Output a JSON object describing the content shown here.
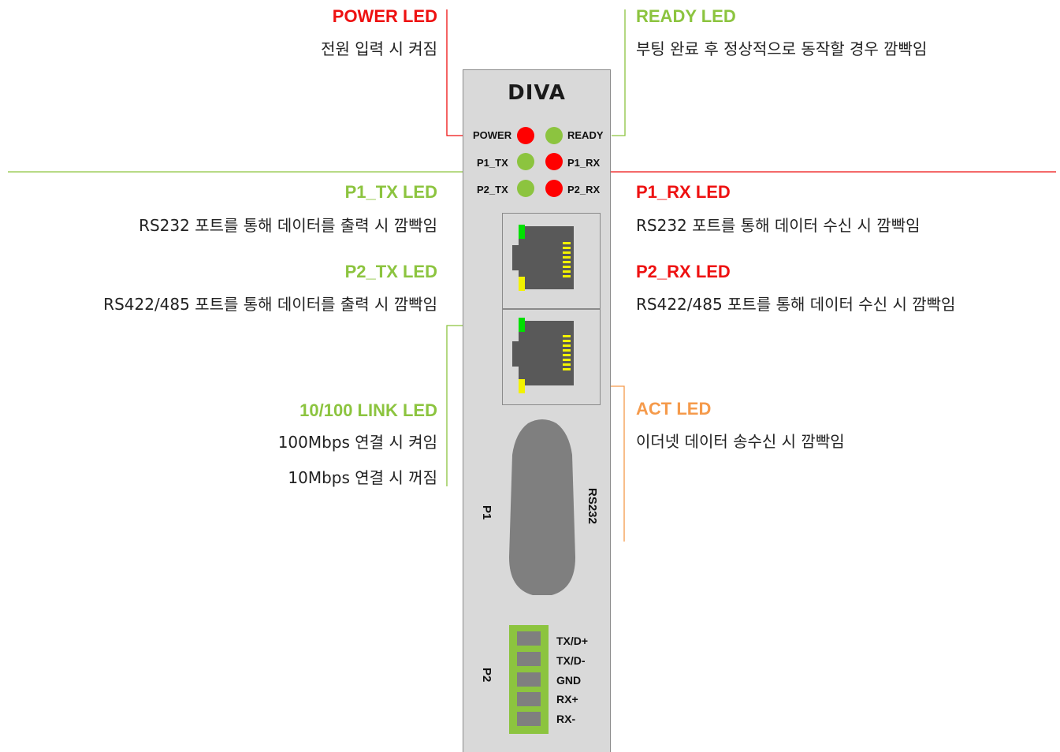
{
  "device": {
    "brand": "DIVA",
    "leds": {
      "power": "POWER",
      "ready": "READY",
      "p1_tx": "P1_TX",
      "p1_rx": "P1_RX",
      "p2_tx": "P2_TX",
      "p2_rx": "P2_RX"
    },
    "port_p1": "P1",
    "port_rs232": "RS232",
    "port_p2": "P2",
    "terminal_pins": [
      "TX/D+",
      "TX/D-",
      "GND",
      "RX+",
      "RX-"
    ]
  },
  "callouts": {
    "power": {
      "title": "POWER LED",
      "desc": "전원 입력 시 켜짐"
    },
    "ready": {
      "title": "READY LED",
      "desc": "부팅 완료 후 정상적으로 동작할 경우 깜빡임"
    },
    "p1_tx": {
      "title": "P1_TX LED",
      "desc": "RS232 포트를 통해 데이터를 출력 시 깜빡임"
    },
    "p1_rx": {
      "title": "P1_RX LED",
      "desc": "RS232 포트를 통해 데이터 수신 시 깜빡임"
    },
    "p2_tx": {
      "title": "P2_TX LED",
      "desc": "RS422/485 포트를 통해 데이터를 출력 시 깜빡임"
    },
    "p2_rx": {
      "title": "P2_RX LED",
      "desc": "RS422/485 포트를 통해 데이터 수신 시 깜빡임"
    },
    "link": {
      "title": "10/100 LINK LED",
      "desc1": "100Mbps 연결 시 켜임",
      "desc2": "10Mbps 연결 시 꺼짐"
    },
    "act": {
      "title": "ACT LED",
      "desc": "이더넷 데이터 송수신 시 깜빡임"
    }
  },
  "colors": {
    "red": "#ee1111",
    "green": "#8cc43f",
    "orange": "#f59a4b",
    "panel": "#d9d9d9"
  }
}
